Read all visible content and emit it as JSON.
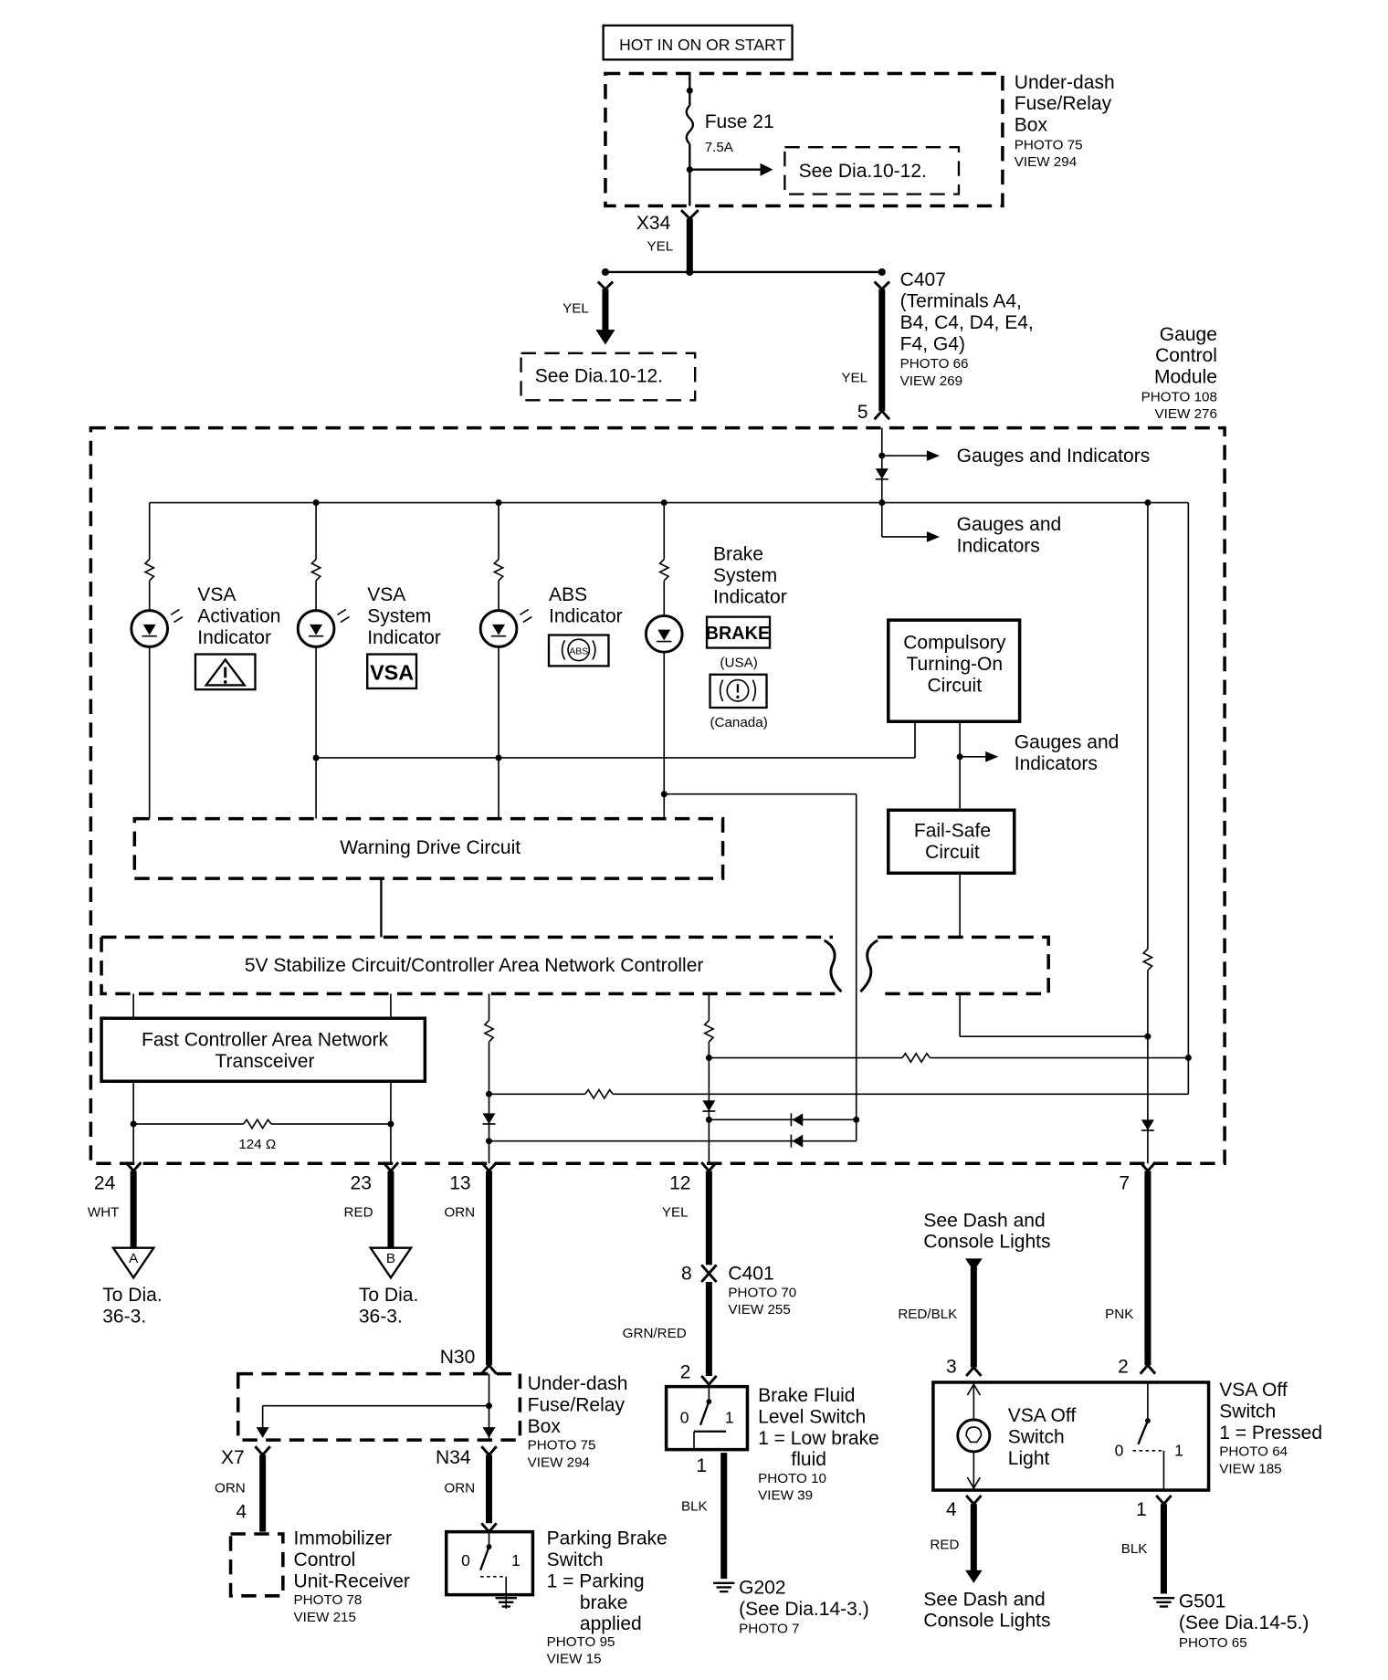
{
  "power": {
    "hot_label": "HOT IN ON OR START",
    "fuse_box": [
      "Under-dash",
      "Fuse/Relay",
      "Box"
    ],
    "fuse_box_photo": "PHOTO 75",
    "fuse_box_view": "VIEW 294",
    "fuse_name": "Fuse 21",
    "fuse_rating": "7.5A",
    "see_dia_1": "See Dia.10-12.",
    "see_dia_2": "See Dia.10-12.",
    "x34": "X34",
    "yel_1": "YEL",
    "yel_2": "YEL",
    "yel_3": "YEL"
  },
  "c407": {
    "name": "C407",
    "lines": [
      "(Terminals A4,",
      "B4, C4, D4, E4,",
      "F4, G4)"
    ],
    "photo": "PHOTO 66",
    "view": "VIEW 269",
    "pin": "5"
  },
  "gcm": {
    "lines": [
      "Gauge",
      "Control",
      "Module"
    ],
    "photo": "PHOTO 108",
    "view": "VIEW 276"
  },
  "gauges": {
    "g1": "Gauges and Indicators",
    "g2": [
      "Gauges and",
      "Indicators"
    ],
    "g3": [
      "Gauges and",
      "Indicators"
    ]
  },
  "indicators": {
    "vsa_act": [
      "VSA",
      "Activation",
      "Indicator"
    ],
    "vsa_sys": [
      "VSA",
      "System",
      "Indicator"
    ],
    "vsa_badge": "VSA",
    "abs": [
      "ABS",
      "Indicator"
    ],
    "abs_badge": "ABS",
    "brake": [
      "Brake",
      "System",
      "Indicator"
    ],
    "brake_badge": "BRAKE",
    "usa": "(USA)",
    "canada": "(Canada)"
  },
  "circuits": {
    "compulsory": [
      "Compulsory",
      "Turning-On",
      "Circuit"
    ],
    "failsafe": [
      "Fail-Safe",
      "Circuit"
    ],
    "warning": "Warning Drive Circuit",
    "stabilize": "5V Stabilize Circuit/Controller Area Network Controller",
    "fastcan": [
      "Fast Controller Area Network",
      "Transceiver"
    ],
    "resistor": "124 Ω"
  },
  "pins": {
    "p24": "24",
    "p24_wire": "WHT",
    "p23": "23",
    "p23_wire": "RED",
    "p13": "13",
    "p13_wire": "ORN",
    "p12": "12",
    "p12_wire": "YEL",
    "p7": "7",
    "conn_a": "A",
    "conn_b": "B",
    "to_a": [
      "To Dia.",
      "36-3."
    ],
    "to_b": [
      "To Dia.",
      "36-3."
    ]
  },
  "c401": {
    "pin": "8",
    "name": "C401",
    "photo": "PHOTO 70",
    "view": "VIEW 255",
    "wire": "GRN/RED"
  },
  "fusebox2": {
    "n30": "N30",
    "lines": [
      "Under-dash",
      "Fuse/Relay",
      "Box"
    ],
    "photo": "PHOTO 75",
    "view": "VIEW 294",
    "x7": "X7",
    "x7_wire": "ORN",
    "n34": "N34",
    "n34_wire": "ORN"
  },
  "immobilizer": {
    "pin": "4",
    "lines": [
      "Immobilizer",
      "Control",
      "Unit-Receiver"
    ],
    "photo": "PHOTO 78",
    "view": "VIEW 215"
  },
  "parking": {
    "lines": [
      "Parking Brake",
      "Switch",
      "1 = Parking",
      "brake",
      "applied"
    ],
    "photo": "PHOTO 95",
    "view": "VIEW 15",
    "zero": "0",
    "one": "1"
  },
  "fluid": {
    "pin_top": "2",
    "pin_bot": "1",
    "lines": [
      "Brake Fluid",
      "Level Switch",
      "1 = Low brake",
      "fluid"
    ],
    "photo": "PHOTO 10",
    "view": "VIEW 39",
    "zero": "0",
    "one": "1",
    "wire": "BLK"
  },
  "g202": {
    "name": "G202",
    "see": "(See Dia.14-3.)",
    "photo": "PHOTO 7"
  },
  "vsaoff": {
    "see_top": [
      "See Dash and",
      "Console Lights"
    ],
    "see_bot": [
      "See Dash and",
      "Console Lights"
    ],
    "wire_redblk": "RED/BLK",
    "wire_pnk": "PNK",
    "wire_red": "RED",
    "wire_blk": "BLK",
    "pin3": "3",
    "pin2": "2",
    "pin4": "4",
    "pin1": "1",
    "light": [
      "VSA Off",
      "Switch",
      "Light"
    ],
    "switch": [
      "VSA Off",
      "Switch",
      "1 = Pressed"
    ],
    "photo": "PHOTO 64",
    "view": "VIEW 185",
    "zero": "0",
    "one": "1"
  },
  "g501": {
    "name": "G501",
    "see": "(See Dia.14-5.)",
    "photo": "PHOTO 65"
  }
}
